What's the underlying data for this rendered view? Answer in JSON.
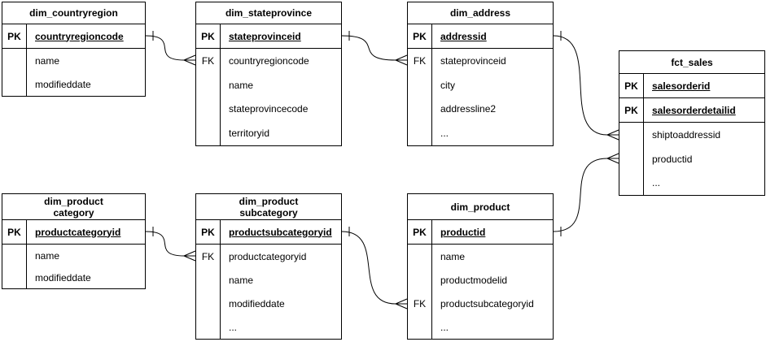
{
  "diagram": {
    "kind": "entity-relationship-diagram",
    "colors": {
      "background": "#ffffff",
      "stroke": "#000000",
      "text": "#000000"
    }
  },
  "entities": [
    {
      "id": "dim_countryregion",
      "title_lines": [
        "dim_countryregion"
      ],
      "rows": [
        {
          "key": "PK",
          "name": "countryregioncode"
        },
        {
          "key": "",
          "name": "name"
        },
        {
          "key": "",
          "name": "modifieddate"
        }
      ]
    },
    {
      "id": "dim_stateprovince",
      "title_lines": [
        "dim_stateprovince"
      ],
      "rows": [
        {
          "key": "PK",
          "name": "stateprovinceid"
        },
        {
          "key": "FK",
          "name": "countryregioncode"
        },
        {
          "key": "",
          "name": "name"
        },
        {
          "key": "",
          "name": "stateprovincecode"
        },
        {
          "key": "",
          "name": "territoryid"
        }
      ]
    },
    {
      "id": "dim_address",
      "title_lines": [
        "dim_address"
      ],
      "rows": [
        {
          "key": "PK",
          "name": "addressid"
        },
        {
          "key": "FK",
          "name": "stateprovinceid"
        },
        {
          "key": "",
          "name": "city"
        },
        {
          "key": "",
          "name": "addressline2"
        },
        {
          "key": "",
          "name": "..."
        }
      ]
    },
    {
      "id": "fct_sales",
      "title_lines": [
        "fct_sales"
      ],
      "rows": [
        {
          "key": "PK",
          "name": "salesorderid"
        },
        {
          "key": "PK",
          "name": "salesorderdetailid"
        },
        {
          "key": "",
          "name": "shiptoaddressid"
        },
        {
          "key": "",
          "name": "productid"
        },
        {
          "key": "",
          "name": "..."
        }
      ]
    },
    {
      "id": "dim_product category",
      "title_lines": [
        "dim_product",
        "category"
      ],
      "rows": [
        {
          "key": "PK",
          "name": "productcategoryid"
        },
        {
          "key": "",
          "name": "name"
        },
        {
          "key": "",
          "name": "modifieddate"
        }
      ]
    },
    {
      "id": "dim_product subcategory",
      "title_lines": [
        "dim_product",
        "subcategory"
      ],
      "rows": [
        {
          "key": "PK",
          "name": "productsubcategoryid"
        },
        {
          "key": "FK",
          "name": "productcategoryid"
        },
        {
          "key": "",
          "name": "name"
        },
        {
          "key": "",
          "name": "modifieddate"
        },
        {
          "key": "",
          "name": "..."
        }
      ]
    },
    {
      "id": "dim_product",
      "title_lines": [
        "dim_product"
      ],
      "rows": [
        {
          "key": "PK",
          "name": "productid"
        },
        {
          "key": "",
          "name": "name"
        },
        {
          "key": "",
          "name": "productmodelid"
        },
        {
          "key": "FK",
          "name": "productsubcategoryid"
        },
        {
          "key": "",
          "name": "..."
        }
      ]
    }
  ],
  "relationships": [
    {
      "from_table": "dim_countryregion",
      "from_column": "countryregioncode",
      "to_table": "dim_stateprovince",
      "to_column": "countryregioncode",
      "cardinality": "one-to-many"
    },
    {
      "from_table": "dim_stateprovince",
      "from_column": "stateprovinceid",
      "to_table": "dim_address",
      "to_column": "stateprovinceid",
      "cardinality": "one-to-many"
    },
    {
      "from_table": "dim_address",
      "from_column": "addressid",
      "to_table": "fct_sales",
      "to_column": "shiptoaddressid",
      "cardinality": "one-to-many"
    },
    {
      "from_table": "dim_product",
      "from_column": "productid",
      "to_table": "fct_sales",
      "to_column": "productid",
      "cardinality": "one-to-many"
    },
    {
      "from_table": "dim_product category",
      "from_column": "productcategoryid",
      "to_table": "dim_product subcategory",
      "to_column": "productcategoryid",
      "cardinality": "one-to-many"
    },
    {
      "from_table": "dim_product subcategory",
      "from_column": "productsubcategoryid",
      "to_table": "dim_product",
      "to_column": "productsubcategoryid",
      "cardinality": "one-to-many"
    }
  ]
}
